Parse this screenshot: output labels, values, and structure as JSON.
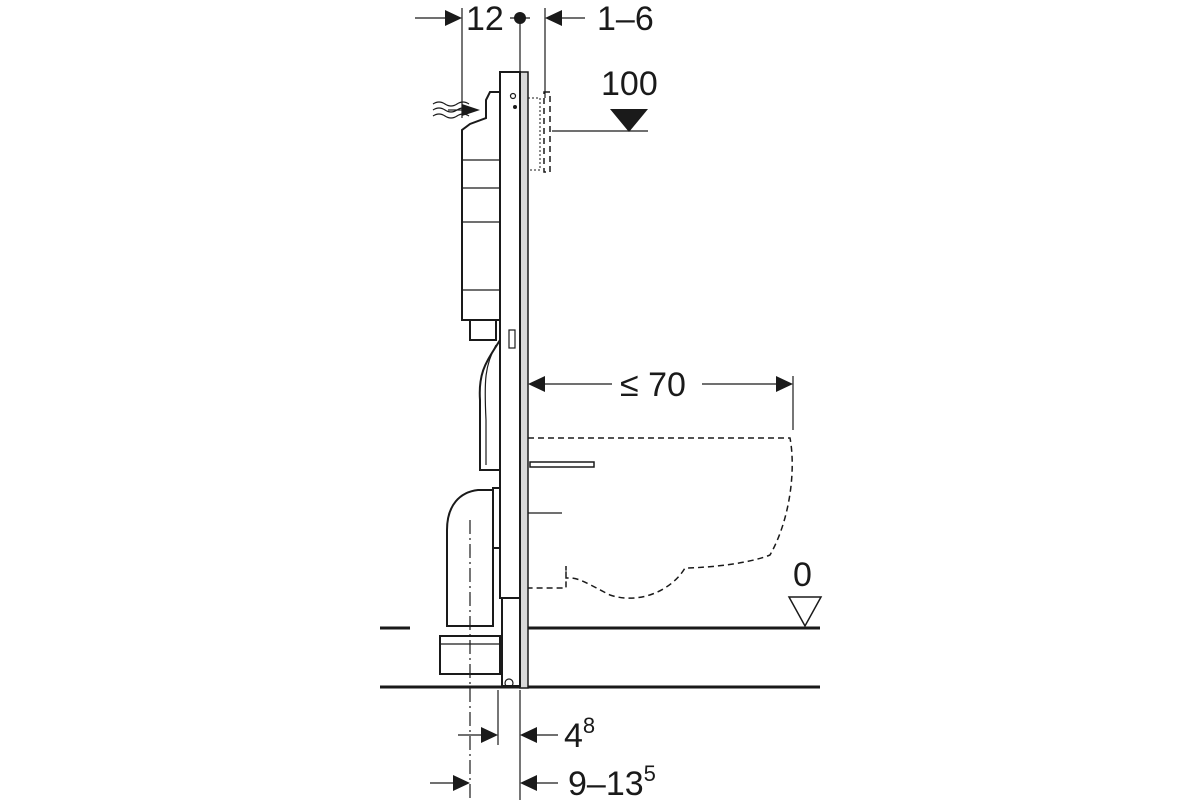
{
  "title": "Installation element for wall-hung WC – side view dimensions",
  "dimensions": {
    "top_left": "12",
    "top_right": "1–6",
    "actuation_height": "100",
    "projection": "≤ 70",
    "floor_level": "0",
    "bottom_inner_base": "4",
    "bottom_inner_sup": "8",
    "bottom_outer_base": "9–13",
    "bottom_outer_sup": "5"
  },
  "colors": {
    "line": "#1a1a1a",
    "frame_fill": "#d9d9d9",
    "background": "#ffffff"
  }
}
